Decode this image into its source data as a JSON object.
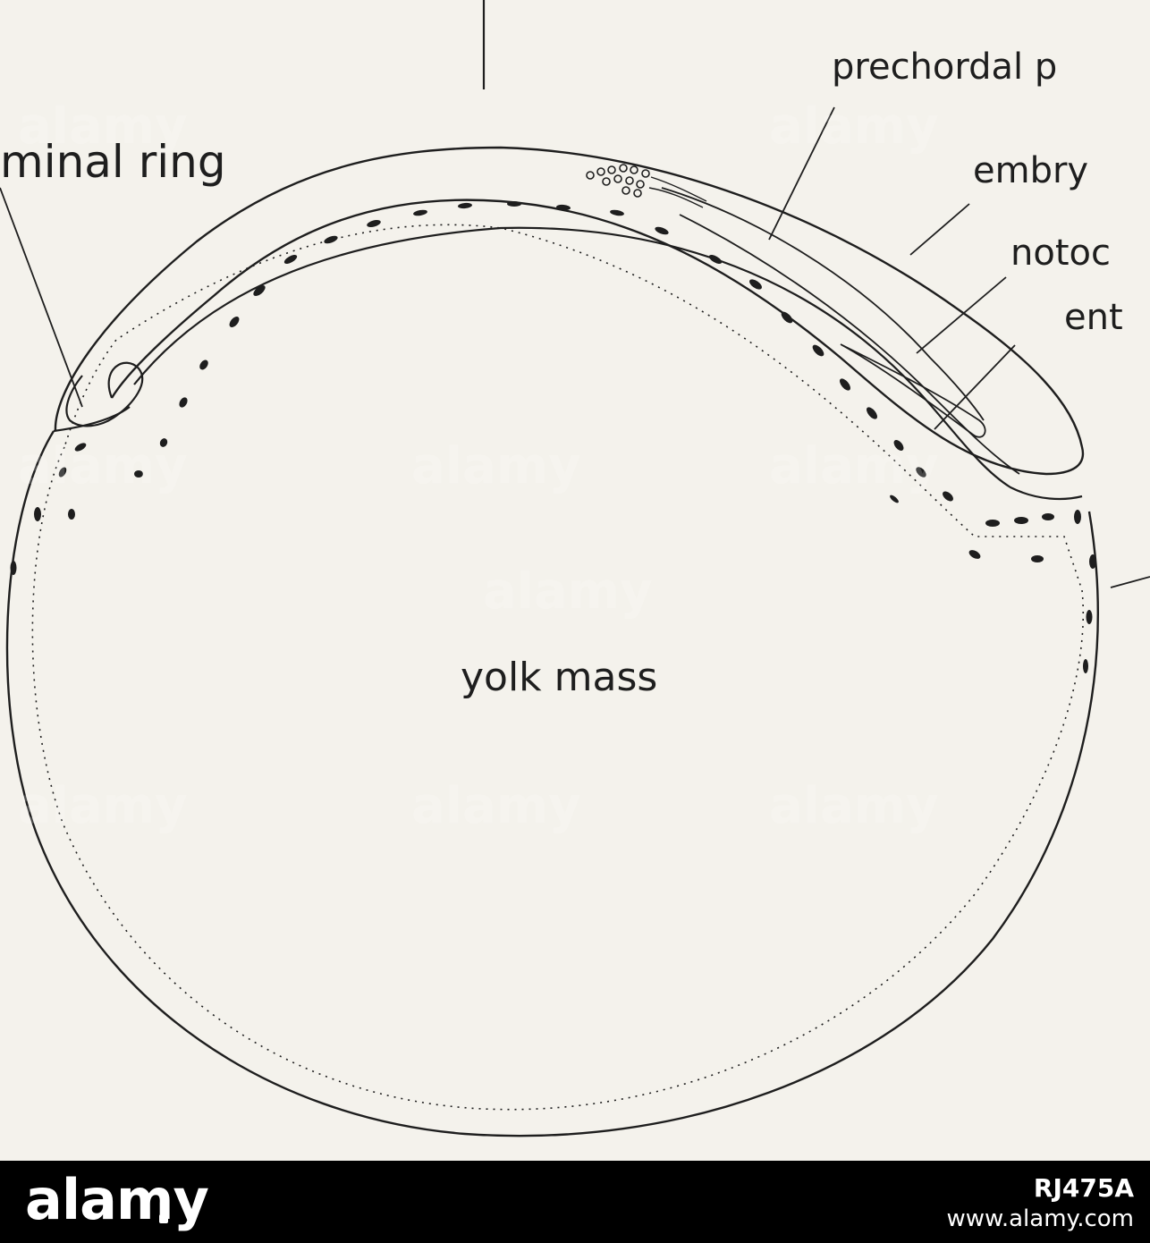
{
  "labels": {
    "prechordal": "prechordal p",
    "germinal_ring": "minal ring",
    "embryo": "embry",
    "notochord": "notoc",
    "entoderm": "ent",
    "yolk": "yolk mass"
  },
  "watermark": "alamy",
  "footer": {
    "logo": "alamy",
    "image_id": "RJ475A",
    "url": "www.alamy.com"
  },
  "colors": {
    "background": "#f4f2ec",
    "ink": "#1e1e1e",
    "footer_bg": "#000000",
    "footer_text": "#ffffff"
  }
}
